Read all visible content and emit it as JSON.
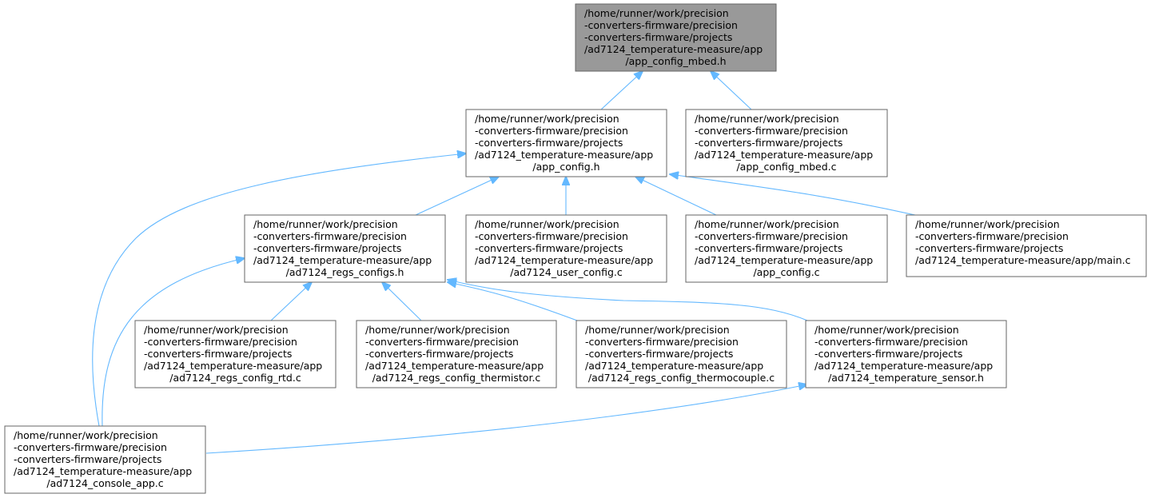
{
  "colors": {
    "edge": "#63b8ff",
    "node_border": "#666666",
    "node_fill": "#ffffff",
    "root_fill": "#999999"
  },
  "nodes": {
    "app_config_mbed_h": {
      "lines": [
        "/home/runner/work/precision",
        "-converters-firmware/precision",
        "-converters-firmware/projects",
        "/ad7124_temperature-measure/app",
        "/app_config_mbed.h"
      ],
      "highlighted": true
    },
    "app_config_h": {
      "lines": [
        "/home/runner/work/precision",
        "-converters-firmware/precision",
        "-converters-firmware/projects",
        "/ad7124_temperature-measure/app",
        "/app_config.h"
      ]
    },
    "app_config_mbed_c": {
      "lines": [
        "/home/runner/work/precision",
        "-converters-firmware/precision",
        "-converters-firmware/projects",
        "/ad7124_temperature-measure/app",
        "/app_config_mbed.c"
      ]
    },
    "ad7124_regs_configs_h": {
      "lines": [
        "/home/runner/work/precision",
        "-converters-firmware/precision",
        "-converters-firmware/projects",
        "/ad7124_temperature-measure/app",
        "/ad7124_regs_configs.h"
      ]
    },
    "ad7124_user_config_c": {
      "lines": [
        "/home/runner/work/precision",
        "-converters-firmware/precision",
        "-converters-firmware/projects",
        "/ad7124_temperature-measure/app",
        "/ad7124_user_config.c"
      ]
    },
    "app_config_c": {
      "lines": [
        "/home/runner/work/precision",
        "-converters-firmware/precision",
        "-converters-firmware/projects",
        "/ad7124_temperature-measure/app",
        "/app_config.c"
      ]
    },
    "main_c": {
      "lines": [
        "/home/runner/work/precision",
        "-converters-firmware/precision",
        "-converters-firmware/projects",
        "/ad7124_temperature-measure/app/main.c"
      ]
    },
    "ad7124_regs_config_rtd_c": {
      "lines": [
        "/home/runner/work/precision",
        "-converters-firmware/precision",
        "-converters-firmware/projects",
        "/ad7124_temperature-measure/app",
        "/ad7124_regs_config_rtd.c"
      ]
    },
    "ad7124_regs_config_thermistor_c": {
      "lines": [
        "/home/runner/work/precision",
        "-converters-firmware/precision",
        "-converters-firmware/projects",
        "/ad7124_temperature-measure/app",
        "/ad7124_regs_config_thermistor.c"
      ]
    },
    "ad7124_regs_config_thermocouple_c": {
      "lines": [
        "/home/runner/work/precision",
        "-converters-firmware/precision",
        "-converters-firmware/projects",
        "/ad7124_temperature-measure/app",
        "/ad7124_regs_config_thermocouple.c"
      ]
    },
    "ad7124_temperature_sensor_h": {
      "lines": [
        "/home/runner/work/precision",
        "-converters-firmware/precision",
        "-converters-firmware/projects",
        "/ad7124_temperature-measure/app",
        "/ad7124_temperature_sensor.h"
      ]
    },
    "ad7124_console_app_c": {
      "lines": [
        "/home/runner/work/precision",
        "-converters-firmware/precision",
        "-converters-firmware/projects",
        "/ad7124_temperature-measure/app",
        "/ad7124_console_app.c"
      ]
    }
  },
  "edges": [
    {
      "from": "app_config_h",
      "to": "app_config_mbed_h"
    },
    {
      "from": "app_config_mbed_c",
      "to": "app_config_mbed_h"
    },
    {
      "from": "ad7124_regs_configs_h",
      "to": "app_config_h"
    },
    {
      "from": "ad7124_user_config_c",
      "to": "app_config_h"
    },
    {
      "from": "app_config_c",
      "to": "app_config_h"
    },
    {
      "from": "main_c",
      "to": "app_config_h"
    },
    {
      "from": "ad7124_console_app_c",
      "to": "app_config_h"
    },
    {
      "from": "ad7124_regs_config_rtd_c",
      "to": "ad7124_regs_configs_h"
    },
    {
      "from": "ad7124_regs_config_thermistor_c",
      "to": "ad7124_regs_configs_h"
    },
    {
      "from": "ad7124_regs_config_thermocouple_c",
      "to": "ad7124_regs_configs_h"
    },
    {
      "from": "ad7124_temperature_sensor_h",
      "to": "ad7124_regs_configs_h"
    },
    {
      "from": "ad7124_console_app_c",
      "to": "ad7124_regs_configs_h"
    },
    {
      "from": "ad7124_console_app_c",
      "to": "ad7124_temperature_sensor_h"
    }
  ]
}
